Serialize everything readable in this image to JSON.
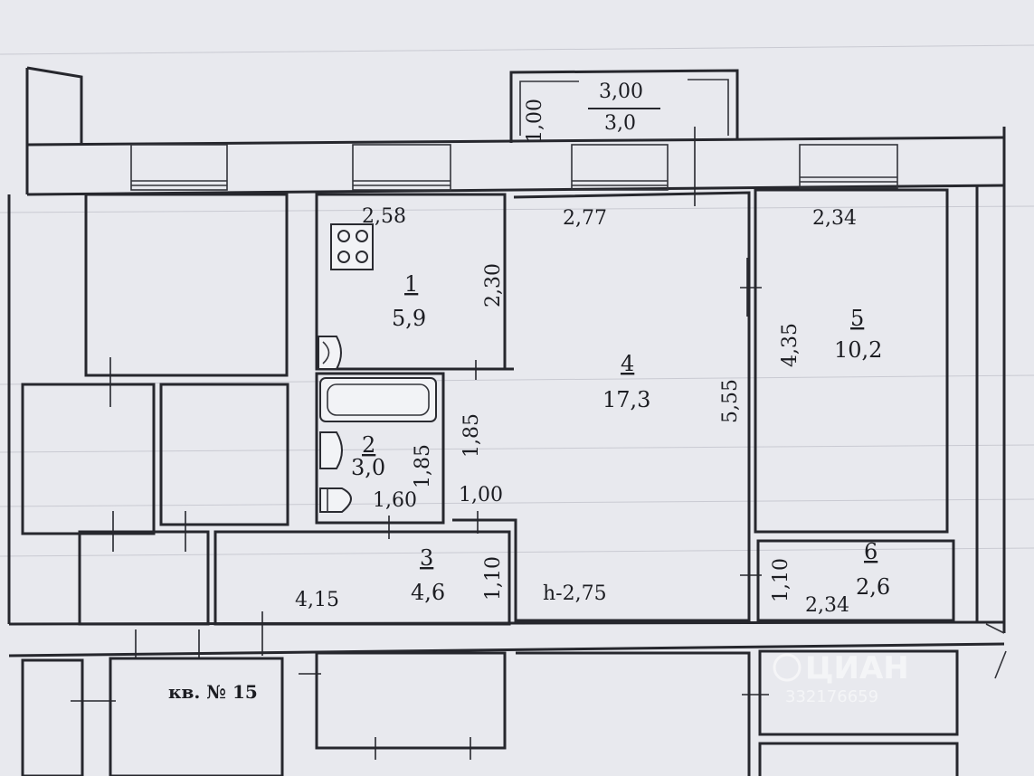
{
  "plan": {
    "balcony": {
      "dim_top": "3,00",
      "dim_bottom": "3,0",
      "dim_side": "1,00"
    },
    "rooms": [
      {
        "id": "room-1",
        "number": "1",
        "area": "5,9",
        "dims": [
          "2,58",
          "2,30"
        ]
      },
      {
        "id": "room-2",
        "number": "2",
        "area": "3,0",
        "dims": [
          "1,85",
          "1,60"
        ]
      },
      {
        "id": "room-3",
        "number": "3",
        "area": "4,6",
        "dims": [
          "4,15",
          "1,10"
        ]
      },
      {
        "id": "room-4",
        "number": "4",
        "area": "17,3",
        "dims": [
          "2,77",
          "5,55",
          "1,85",
          "1,00"
        ]
      },
      {
        "id": "room-5",
        "number": "5",
        "area": "10,2",
        "dims": [
          "2,34",
          "4,35"
        ]
      },
      {
        "id": "room-6",
        "number": "6",
        "area": "2,6",
        "dims": [
          "2,34",
          "1,10"
        ]
      }
    ],
    "ceiling_height": "h-2,75",
    "neighbor_label": "кв. № 15",
    "watermark": {
      "brand": "ЦИАН",
      "id": "332176659"
    }
  }
}
